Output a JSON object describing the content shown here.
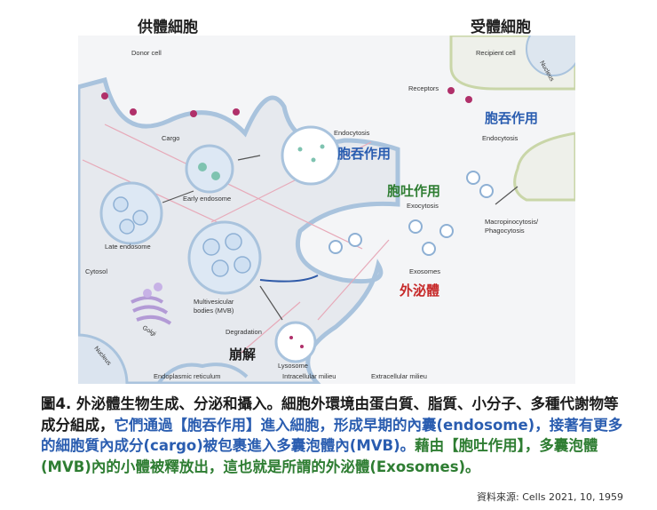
{
  "headers": {
    "donor": "供體細胞",
    "recipient": "受體細胞"
  },
  "labels": {
    "donor_cell": "Donor cell",
    "recipient_cell": "Recipient cell",
    "nucleus": "Nucleus",
    "receptors": "Receptors",
    "cargo": "Cargo",
    "endocytosis": "Endocytosis",
    "early_endosome": "Early endosome",
    "late_endosome": "Late endosome",
    "cytosol": "Cytosol",
    "mvb_1": "Multivesicular",
    "mvb_2": "bodies (MVB)",
    "golgi": "Golgi",
    "degradation": "Degradation",
    "lysosome": "Lysosome",
    "er": "Endoplasmic reticulum",
    "intracellular": "Intracellular milieu",
    "extracellular": "Extracellular milieu",
    "exocytosis": "Exocytosis",
    "exosomes": "Exosomes",
    "macro_1": "Macropinocytosis/",
    "macro_2": "Phagocytosis"
  },
  "overlays": {
    "endocytosis_zh": "胞吞作用",
    "exocytosis_zh": "胞吐作用",
    "recipient_endocytosis_zh": "胞吞作用",
    "exosome_zh": "外泌體",
    "collapse_zh": "崩解"
  },
  "caption": {
    "part1": "圖4. 外泌體生物生成、分泌和攝入。細胞外環境由蛋白質、脂質、小分子、多種代謝物等成分組成，",
    "part2": "它們通過【胞吞作用】進入細胞，形成早期的內囊(endosome)，接著有更多的細胞質內成分(cargo)被包裹進入多囊泡體內(MVB)。",
    "part3": "藉由【胞吐作用】，多囊泡體(MVB)內的小體被釋放出，",
    "part4": "這也就是所謂的外泌體(Exosomes)。"
  },
  "source": "資料來源: Cells 2021, 10, 1959",
  "colors": {
    "membrane": "#a9c3dd",
    "cell_fill": "#e6e9ee",
    "blue_text": "#2a5db0",
    "green_text": "#2e7d32",
    "red_text": "#c62828",
    "receptor": "#b0306a"
  }
}
